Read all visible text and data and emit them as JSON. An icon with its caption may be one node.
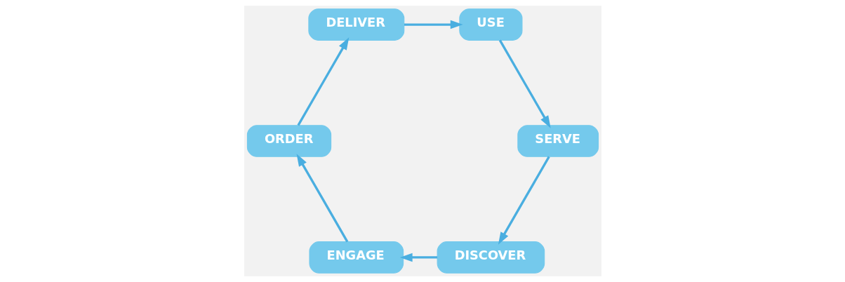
{
  "diagram": {
    "nodes": [
      {
        "text": [
          "DISCOVER"
        ]
      },
      {
        "text": [
          "ENGAGE"
        ]
      },
      {
        "text": [
          "ORDER"
        ]
      },
      {
        "text": [
          "DELIVER"
        ]
      },
      {
        "text": [
          "USE"
        ]
      },
      {
        "text": [
          "SERVE"
        ]
      }
    ],
    "edges": [
      {
        "from": 0,
        "to": 1,
        "arrow": "to"
      },
      {
        "from": 1,
        "to": 2,
        "arrow": "to"
      },
      {
        "from": 2,
        "to": 3,
        "arrow": "to"
      },
      {
        "from": 3,
        "to": 4,
        "arrow": "to"
      },
      {
        "from": 4,
        "to": 5,
        "arrow": "to"
      },
      {
        "from": 5,
        "to": 0,
        "arrow": "to"
      }
    ]
  }
}
